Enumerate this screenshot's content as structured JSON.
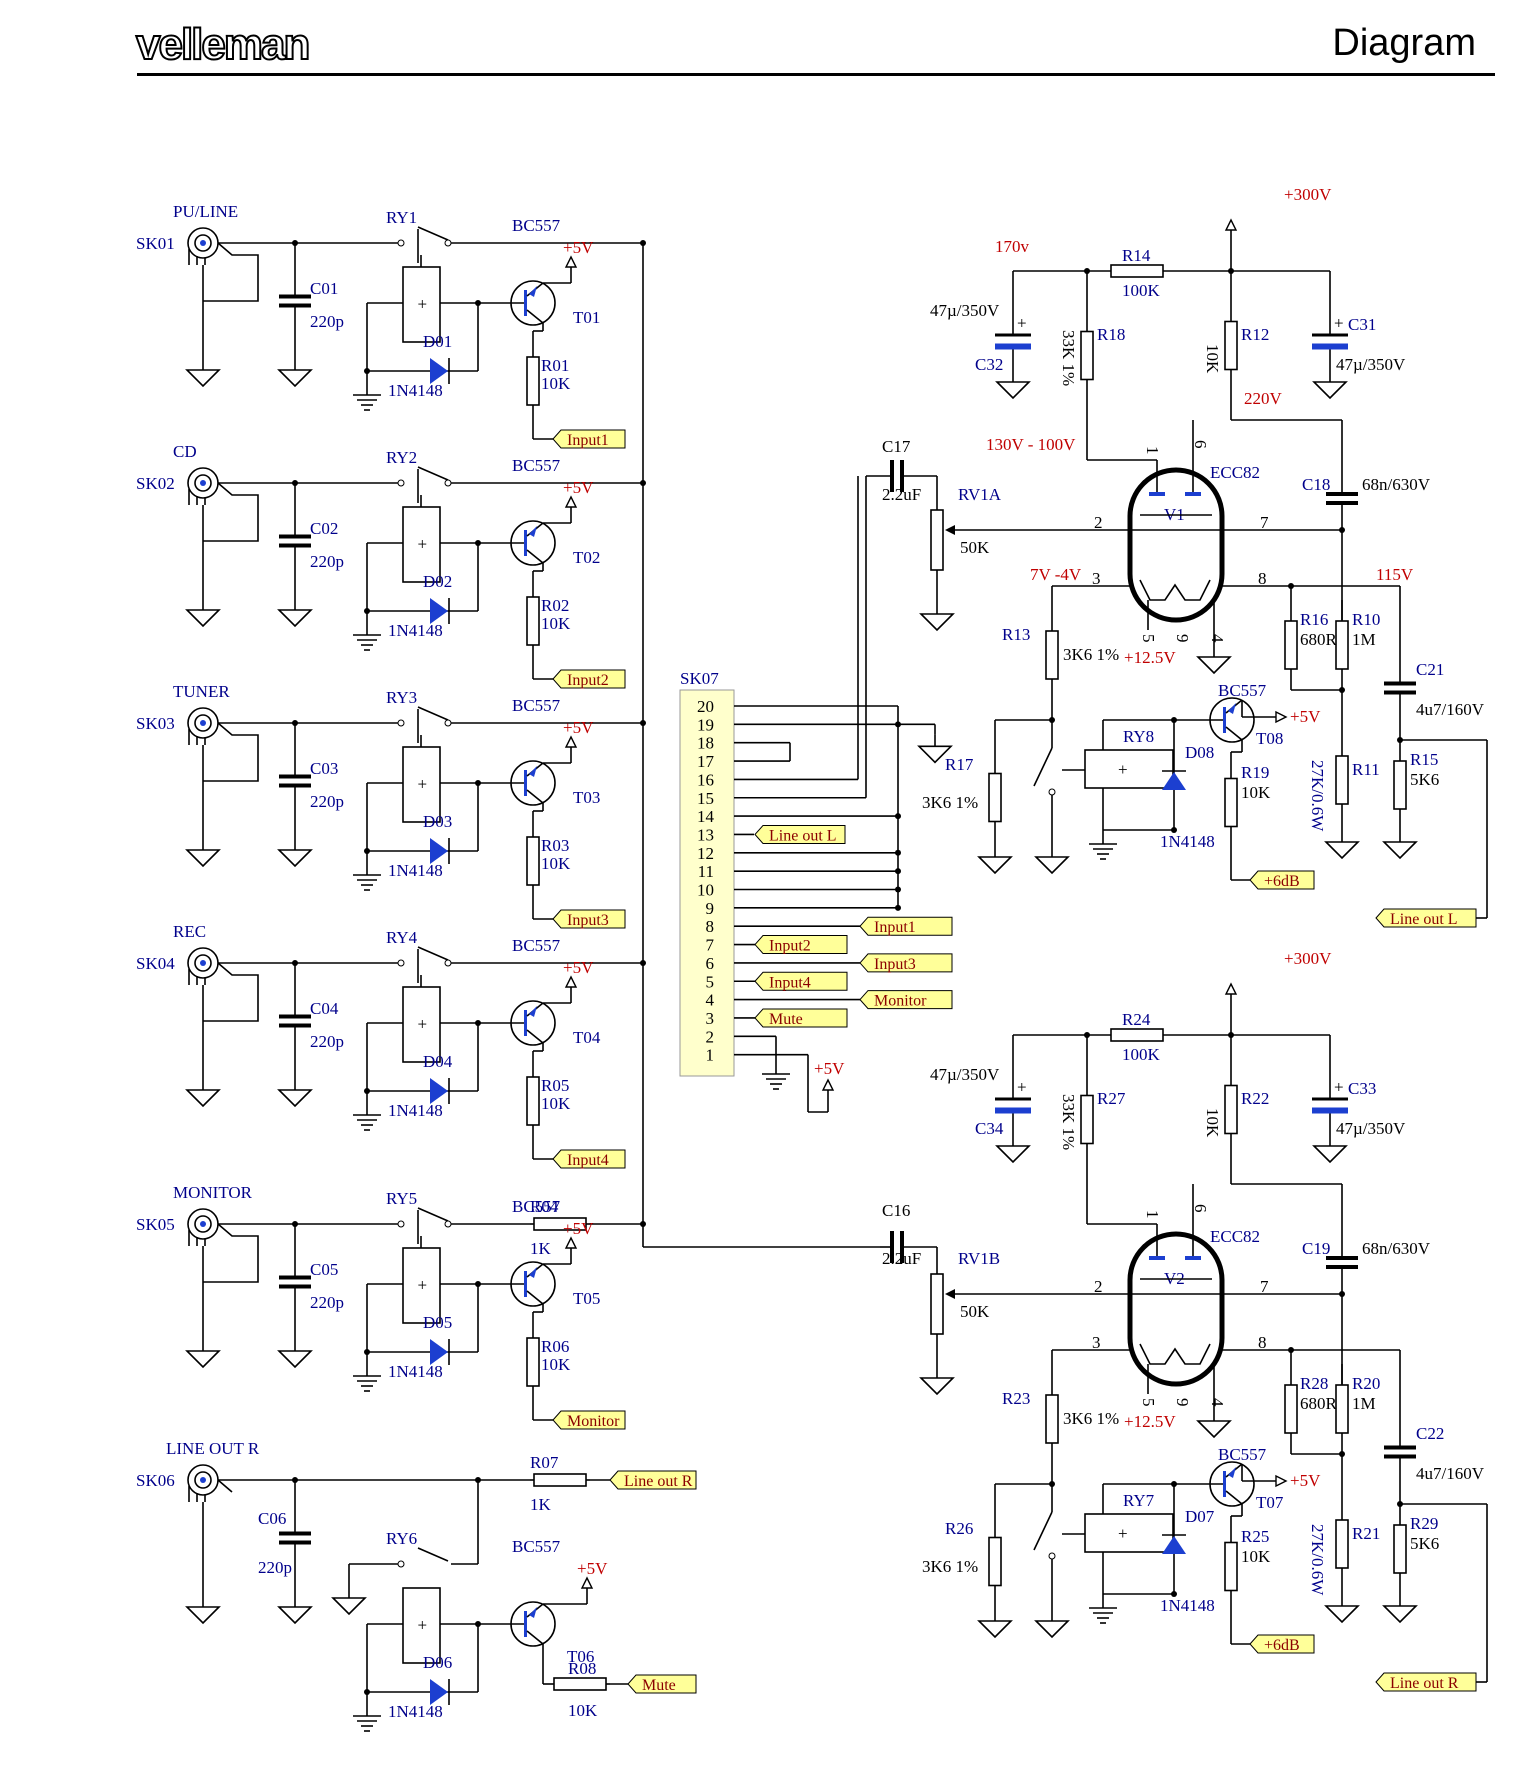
{
  "header": {
    "logo": "velleman",
    "title": "Diagram"
  },
  "colors": {
    "wire": "#000000",
    "label": "#00008b",
    "voltage": "#c00000",
    "tag_fill": "#ffff99",
    "diode": "#1c3fd0"
  },
  "inputs": [
    {
      "jack": "SK01",
      "name": "PU/LINE",
      "relay": "RY1",
      "cap": "C01",
      "cap_val": "220p",
      "diode": "D01",
      "diode_type": "1N4148",
      "transistor": "T01",
      "trans_type": "BC557",
      "res": "R01",
      "res_val": "10K",
      "tag": "Input1",
      "supply": "+5V"
    },
    {
      "jack": "SK02",
      "name": "CD",
      "relay": "RY2",
      "cap": "C02",
      "cap_val": "220p",
      "diode": "D02",
      "diode_type": "1N4148",
      "transistor": "T02",
      "trans_type": "BC557",
      "res": "R02",
      "res_val": "10K",
      "tag": "Input2",
      "supply": "+5V"
    },
    {
      "jack": "SK03",
      "name": "TUNER",
      "relay": "RY3",
      "cap": "C03",
      "cap_val": "220p",
      "diode": "D03",
      "diode_type": "1N4148",
      "transistor": "T03",
      "trans_type": "BC557",
      "res": "R03",
      "res_val": "10K",
      "tag": "Input3",
      "supply": "+5V"
    },
    {
      "jack": "SK04",
      "name": "REC",
      "relay": "RY4",
      "cap": "C04",
      "cap_val": "220p",
      "diode": "D04",
      "diode_type": "1N4148",
      "transistor": "T04",
      "trans_type": "BC557",
      "res": "R05",
      "res_val": "10K",
      "tag": "Input4",
      "supply": "+5V"
    },
    {
      "jack": "SK05",
      "name": "MONITOR",
      "relay": "RY5",
      "cap": "C05",
      "cap_val": "220p",
      "diode": "D05",
      "diode_type": "1N4148",
      "transistor": "T05",
      "trans_type": "BC557",
      "res": "R06",
      "res_val": "10K",
      "tag": "Monitor",
      "supply": "+5V",
      "series_res": "R04",
      "series_val": "1K"
    },
    {
      "jack": "SK06",
      "name": "LINE OUT R",
      "relay": "RY6",
      "cap": "C06",
      "cap_val": "220p",
      "diode": "D06",
      "diode_type": "1N4148",
      "transistor": "T06",
      "trans_type": "BC557",
      "res": "R08",
      "res_val": "10K",
      "tag": "Mute",
      "supply": "+5V",
      "series_res": "R07",
      "series_val": "1K",
      "series_tag": "Line out R"
    }
  ],
  "connector": {
    "name": "SK07",
    "pins": [
      "20",
      "19",
      "18",
      "17",
      "16",
      "15",
      "14",
      "13",
      "12",
      "11",
      "10",
      "9",
      "8",
      "7",
      "6",
      "5",
      "4",
      "3",
      "2",
      "1"
    ],
    "tags": [
      {
        "pin": "13",
        "text": "Line out L"
      },
      {
        "pin": "8",
        "text": "Input1"
      },
      {
        "pin": "7",
        "text": "Input2"
      },
      {
        "pin": "6",
        "text": "Input3"
      },
      {
        "pin": "5",
        "text": "Input4"
      },
      {
        "pin": "4",
        "text": "Monitor"
      },
      {
        "pin": "3",
        "text": "Mute"
      }
    ],
    "supply": "+5V"
  },
  "channels": [
    {
      "supply": "+300V",
      "tube": "V1",
      "tube_type": "ECC82",
      "couple_cap": "C17",
      "couple_val": "2.2uF",
      "pot": "RV1A",
      "pot_val": "50K",
      "rb": "R14",
      "rb_val": "100K",
      "rl": "R18",
      "rl_val": "33K 1%",
      "rr": "R12",
      "rr_val": "10K",
      "cl": "C32",
      "cl_val": "47µ/350V",
      "cr": "C31",
      "cr_val": "47µ/350V",
      "cout": "C18",
      "cout_val": "68n/630V",
      "rk": "R13",
      "rk_val": "3K6 1%",
      "rk2": "R17",
      "rk2_val": "3K6 1%",
      "rc": "R16",
      "rc_val": "680R",
      "rg": "R10",
      "rg_val": "1M",
      "rd": "R11",
      "rd_val": "27K/0.6W",
      "c2": "C21",
      "c2_val": "4u7/160V",
      "r2": "R15",
      "r2_val": "5K6",
      "relay": "RY8",
      "diode": "D08",
      "diode_type": "1N4148",
      "trans": "T08",
      "trans_type": "BC557",
      "rt": "R19",
      "rt_val": "10K",
      "gain_tag": "+6dB",
      "out_tag": "Line out L",
      "heater": "+12.5V",
      "supply5": "+5V",
      "volts": {
        "v1": "170v",
        "v2": "220V",
        "v3": "130V - 100V",
        "v4": "7V -4V",
        "v5": "115V"
      }
    },
    {
      "supply": "+300V",
      "tube": "V2",
      "tube_type": "ECC82",
      "couple_cap": "C16",
      "couple_val": "2.2uF",
      "pot": "RV1B",
      "pot_val": "50K",
      "rb": "R24",
      "rb_val": "100K",
      "rl": "R27",
      "rl_val": "33K 1%",
      "rr": "R22",
      "rr_val": "10K",
      "cl": "C34",
      "cl_val": "47µ/350V",
      "cr": "C33",
      "cr_val": "47µ/350V",
      "cout": "C19",
      "cout_val": "68n/630V",
      "rk": "R23",
      "rk_val": "3K6 1%",
      "rk2": "R26",
      "rk2_val": "3K6 1%",
      "rc": "R28",
      "rc_val": "680R",
      "rg": "R20",
      "rg_val": "1M",
      "rd": "R21",
      "rd_val": "27K/0.6W",
      "c2": "C22",
      "c2_val": "4u7/160V",
      "r2": "R29",
      "r2_val": "5K6",
      "relay": "RY7",
      "diode": "D07",
      "diode_type": "1N4148",
      "trans": "T07",
      "trans_type": "BC557",
      "rt": "R25",
      "rt_val": "10K",
      "gain_tag": "+6dB",
      "out_tag": "Line out R",
      "heater": "+12.5V",
      "supply5": "+5V",
      "volts": {}
    }
  ],
  "tube_pins": {
    "p1": "1",
    "p2": "2",
    "p3": "3",
    "p4": "4",
    "p5": "5",
    "p6": "6",
    "p7": "7",
    "p8": "8",
    "p9": "9"
  }
}
